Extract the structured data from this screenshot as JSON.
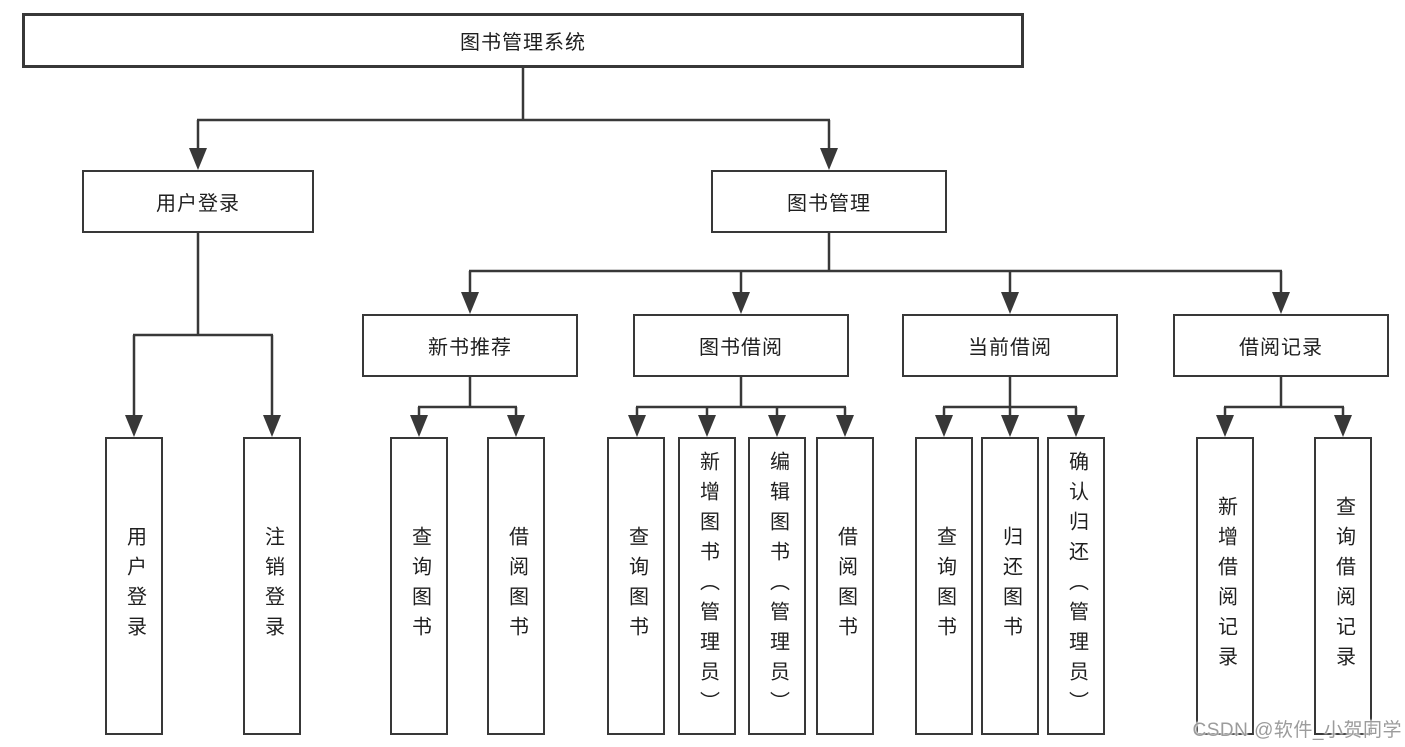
{
  "nodes": {
    "root": {
      "label": "图书管理系统"
    },
    "level2": [
      {
        "label": "用户登录"
      },
      {
        "label": "图书管理"
      }
    ],
    "level3": [
      {
        "label": "新书推荐"
      },
      {
        "label": "图书借阅"
      },
      {
        "label": "当前借阅"
      },
      {
        "label": "借阅记录"
      }
    ],
    "leaves": [
      {
        "label": "用户登录"
      },
      {
        "label": "注销登录"
      },
      {
        "label": "查询图书"
      },
      {
        "label": "借阅图书"
      },
      {
        "label": "查询图书"
      },
      {
        "label": "新增图书（管理员）"
      },
      {
        "label": "编辑图书（管理员）"
      },
      {
        "label": "借阅图书"
      },
      {
        "label": "查询图书"
      },
      {
        "label": "归还图书"
      },
      {
        "label": "确认归还（管理员）"
      },
      {
        "label": "新增借阅记录"
      },
      {
        "label": "查询借阅记录"
      }
    ]
  },
  "watermark": {
    "text": "CSDN @软件_小贺同学"
  },
  "colors": {
    "line": "#383838",
    "text": "#1f1f1f",
    "background": "#ffffff",
    "watermark": "#9c9c9c"
  }
}
